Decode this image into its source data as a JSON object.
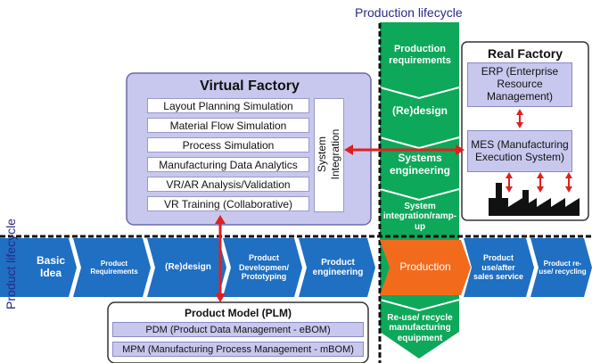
{
  "axes": {
    "top": "Production lifecycle",
    "left": "Product lifecycle"
  },
  "virtual_factory": {
    "title": "Virtual Factory",
    "items": [
      "Layout Planning Simulation",
      "Material Flow Simulation",
      "Process Simulation",
      "Manufacturing Data Analytics",
      "VR/AR Analysis/Validation",
      "VR Training (Collaborative)"
    ],
    "integration": "System\nIntegration"
  },
  "real_factory": {
    "title": "Real Factory",
    "erp": "ERP (Enterprise Resource Management)",
    "mes": "MES (Manufacturing Execution System)"
  },
  "production_lifecycle": {
    "steps": [
      "Production requirements",
      "(Re)design",
      "Systems engineering",
      "System integration/ramp-up",
      "Production",
      "Re-use/ recycle manufacturing equipment"
    ]
  },
  "product_lifecycle": {
    "steps": [
      "Basic Idea",
      "Product Requirements",
      "(Re)design",
      "Product Developmen/ Prototyping",
      "Product engineering",
      "Product use/after sales service",
      "Product re-use/ recycling"
    ]
  },
  "plm": {
    "title": "Product Model (PLM)",
    "items": [
      "PDM (Product Data Management - eBOM)",
      "MPM (Manufacturing Process Management - mBOM)"
    ]
  },
  "colors": {
    "green": "#0ea85a",
    "blue": "#1f6fc2",
    "orange": "#f26b1d",
    "lavender": "#c8c8ee",
    "red": "#e02020"
  }
}
